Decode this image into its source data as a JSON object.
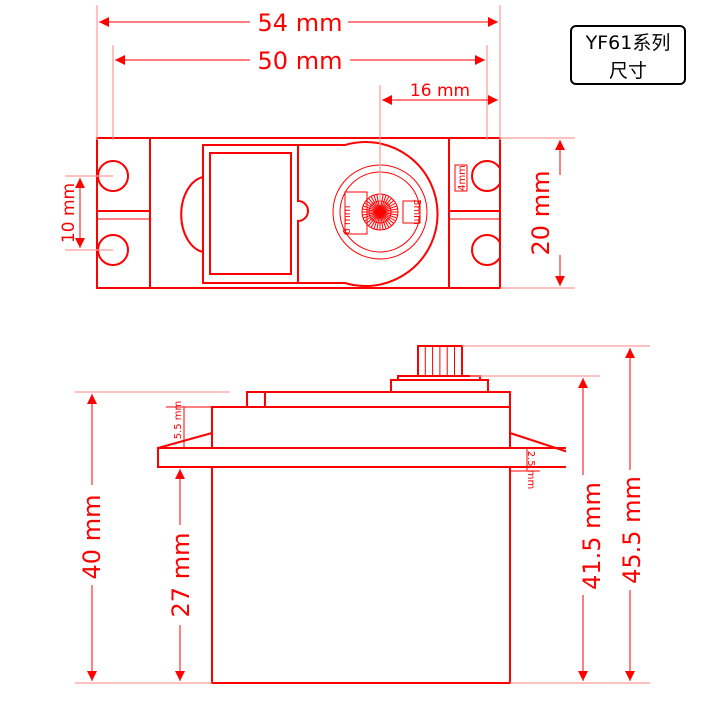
{
  "title_box": {
    "line1": "YF61系列",
    "line2": "尺寸"
  },
  "top_view": {
    "dims": {
      "overall_length": "54 mm",
      "hole_spacing": "50 mm",
      "shaft_offset": "16 mm",
      "width": "20 mm",
      "hole_pitch": "10 mm",
      "hole_dia": "4mm",
      "spline_dia": "6 mm",
      "spline_small": "3mm"
    }
  },
  "side_view": {
    "dims": {
      "body_height": "40 mm",
      "below_flange": "27 mm",
      "to_boss": "41.5 mm",
      "total_height": "45.5 mm",
      "flange_to_top": "5.5 mm",
      "flange_thickness": "2.5 mm"
    }
  },
  "colors": {
    "drawing": "#ff0000",
    "extension": "#ff9a9a"
  }
}
